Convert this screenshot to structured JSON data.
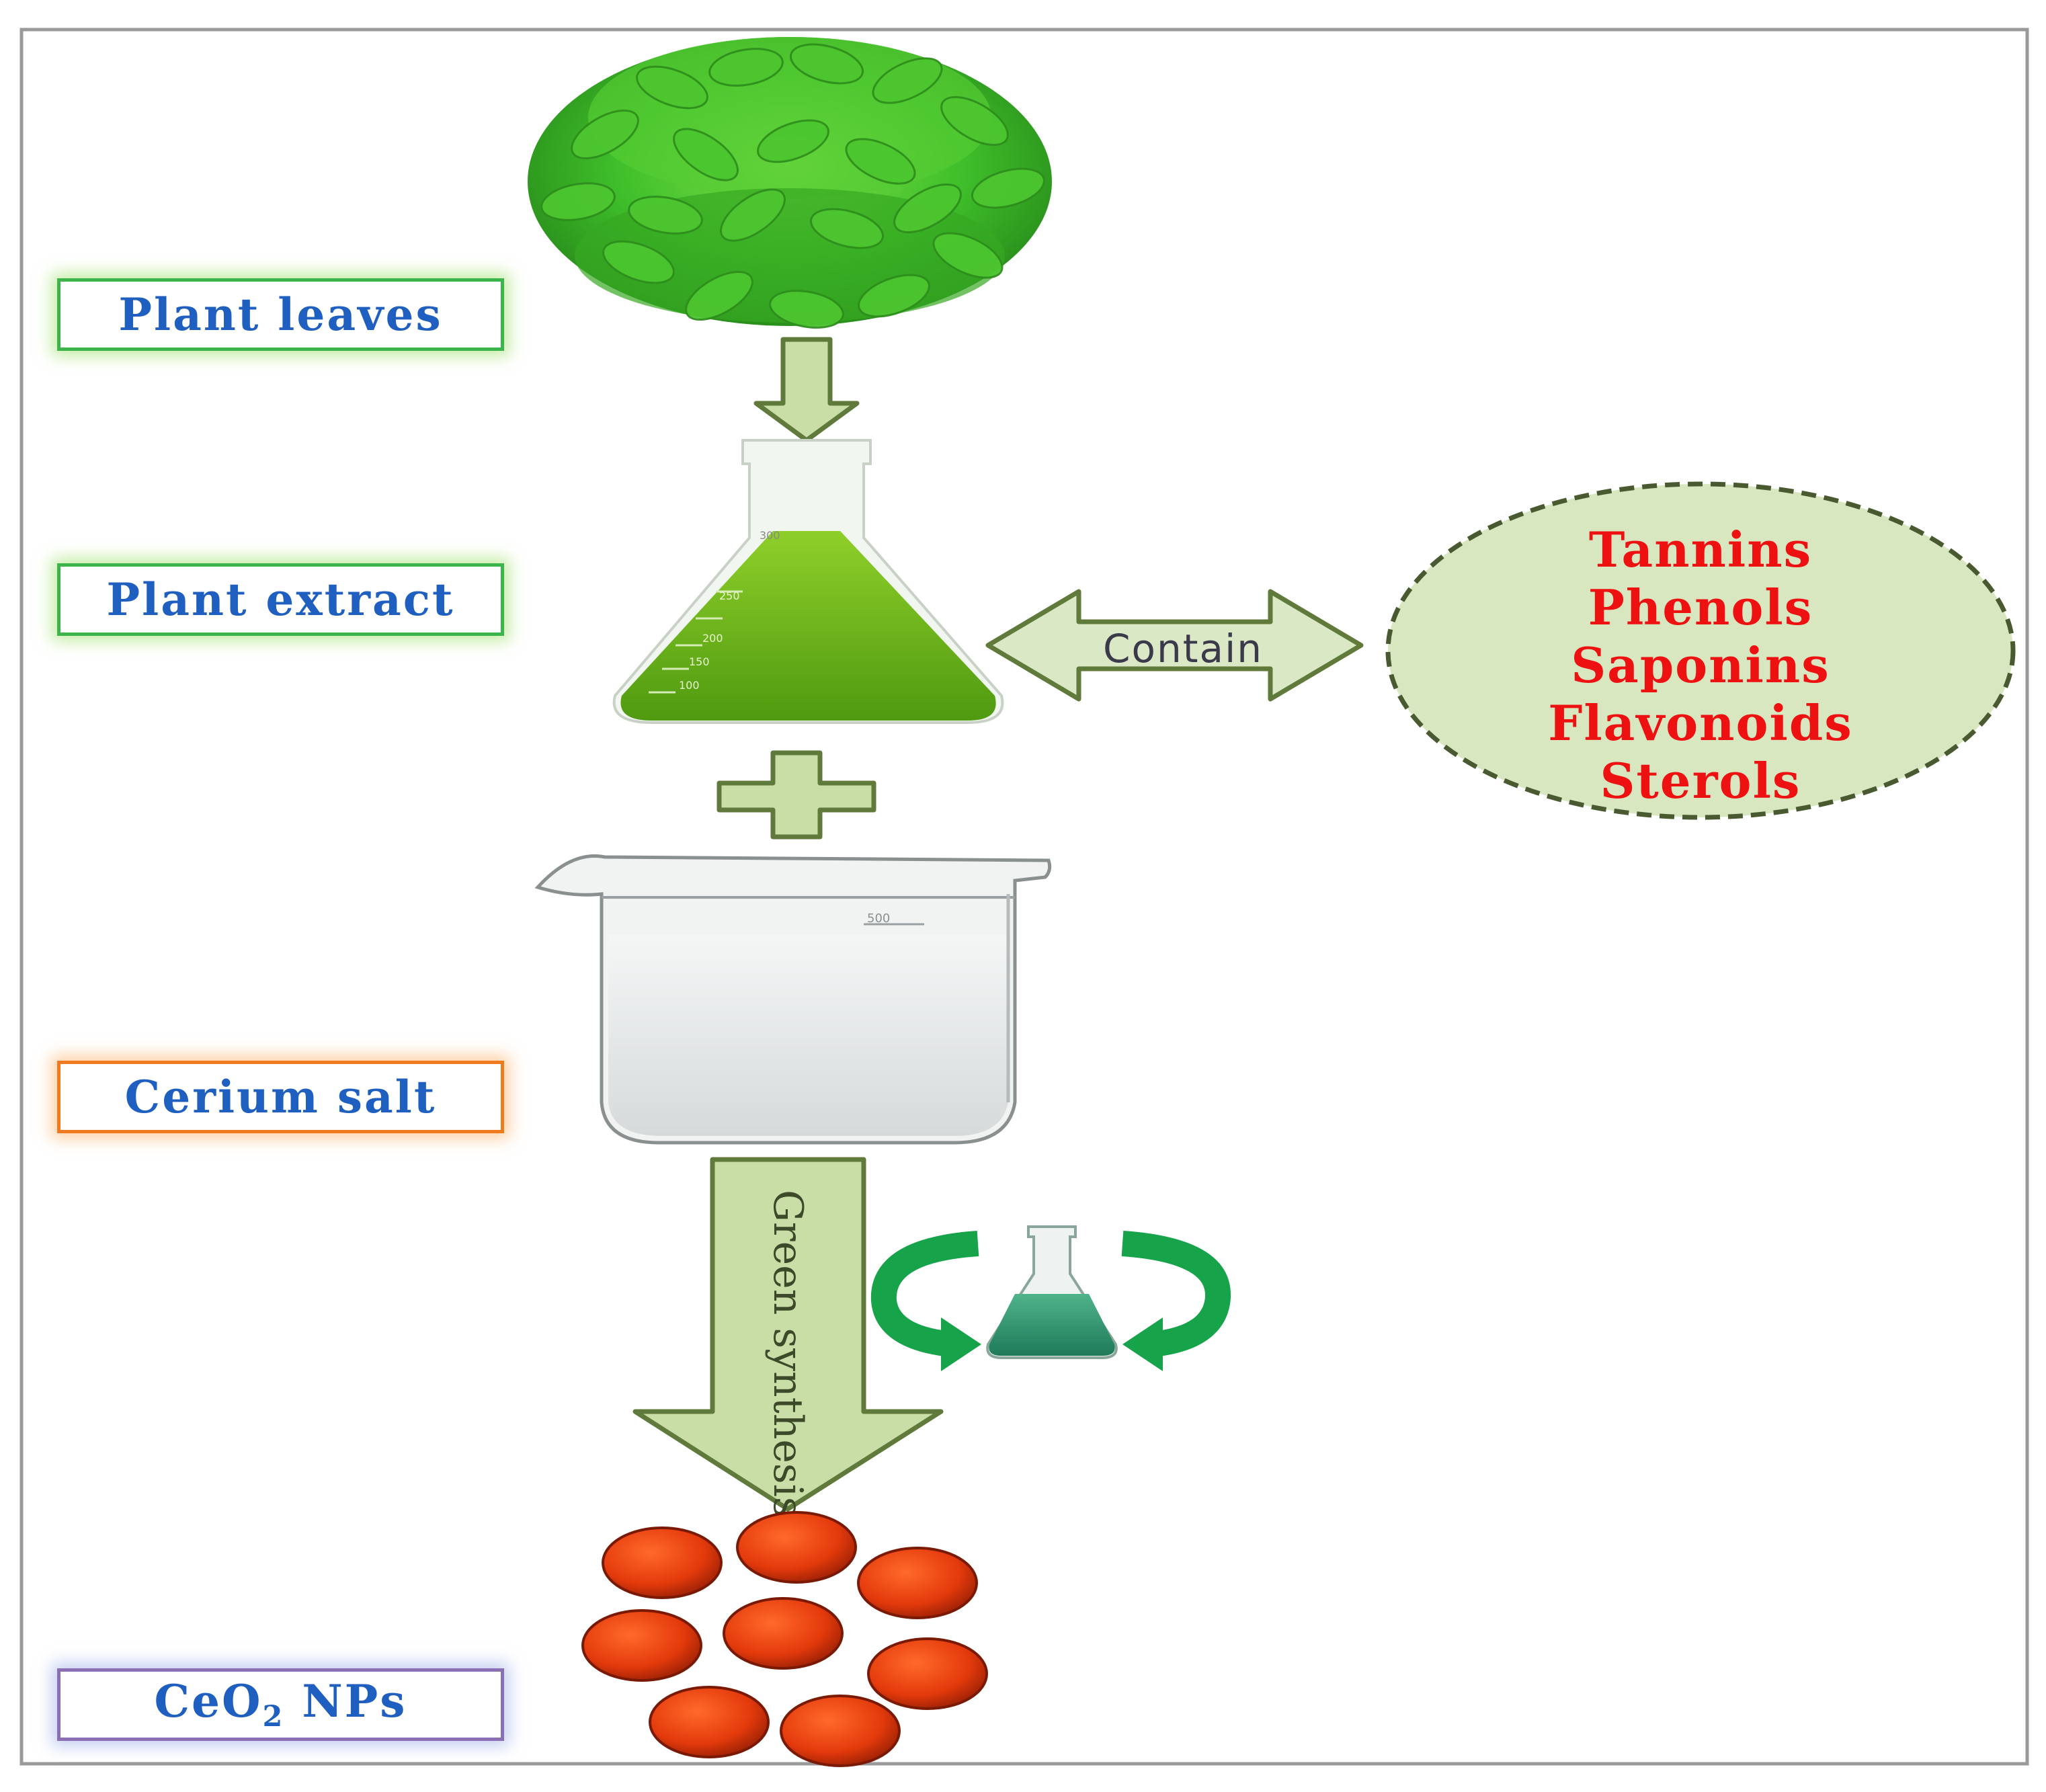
{
  "labels": {
    "plant_leaves": "Plant leaves",
    "plant_extract": "Plant extract",
    "cerium_salt": "Cerium salt",
    "ceo2_main": "CeO",
    "ceo2_sub": "2",
    "ceo2_suffix": " NPs"
  },
  "contain_label": "Contain",
  "compounds": [
    "Tannins",
    "Phenols",
    "Saponins",
    "Flavonoids",
    "Sterols"
  ],
  "process_label": "Green synthesis",
  "flask_scale": [
    "300",
    "250",
    "200",
    "150",
    "100"
  ],
  "beaker_scale": [
    "500"
  ],
  "colors": {
    "leaf": "#3fbf2a",
    "extract": "#6fb51a",
    "arrow_fill": "#c9dda6",
    "arrow_stroke": "#5f7a3a",
    "ellipse_fill": "#d9e7c1",
    "particle": "#e43a0c",
    "recycle": "#16a34a",
    "label_text": "#1f5fbf",
    "compound_text": "#ee1111"
  }
}
